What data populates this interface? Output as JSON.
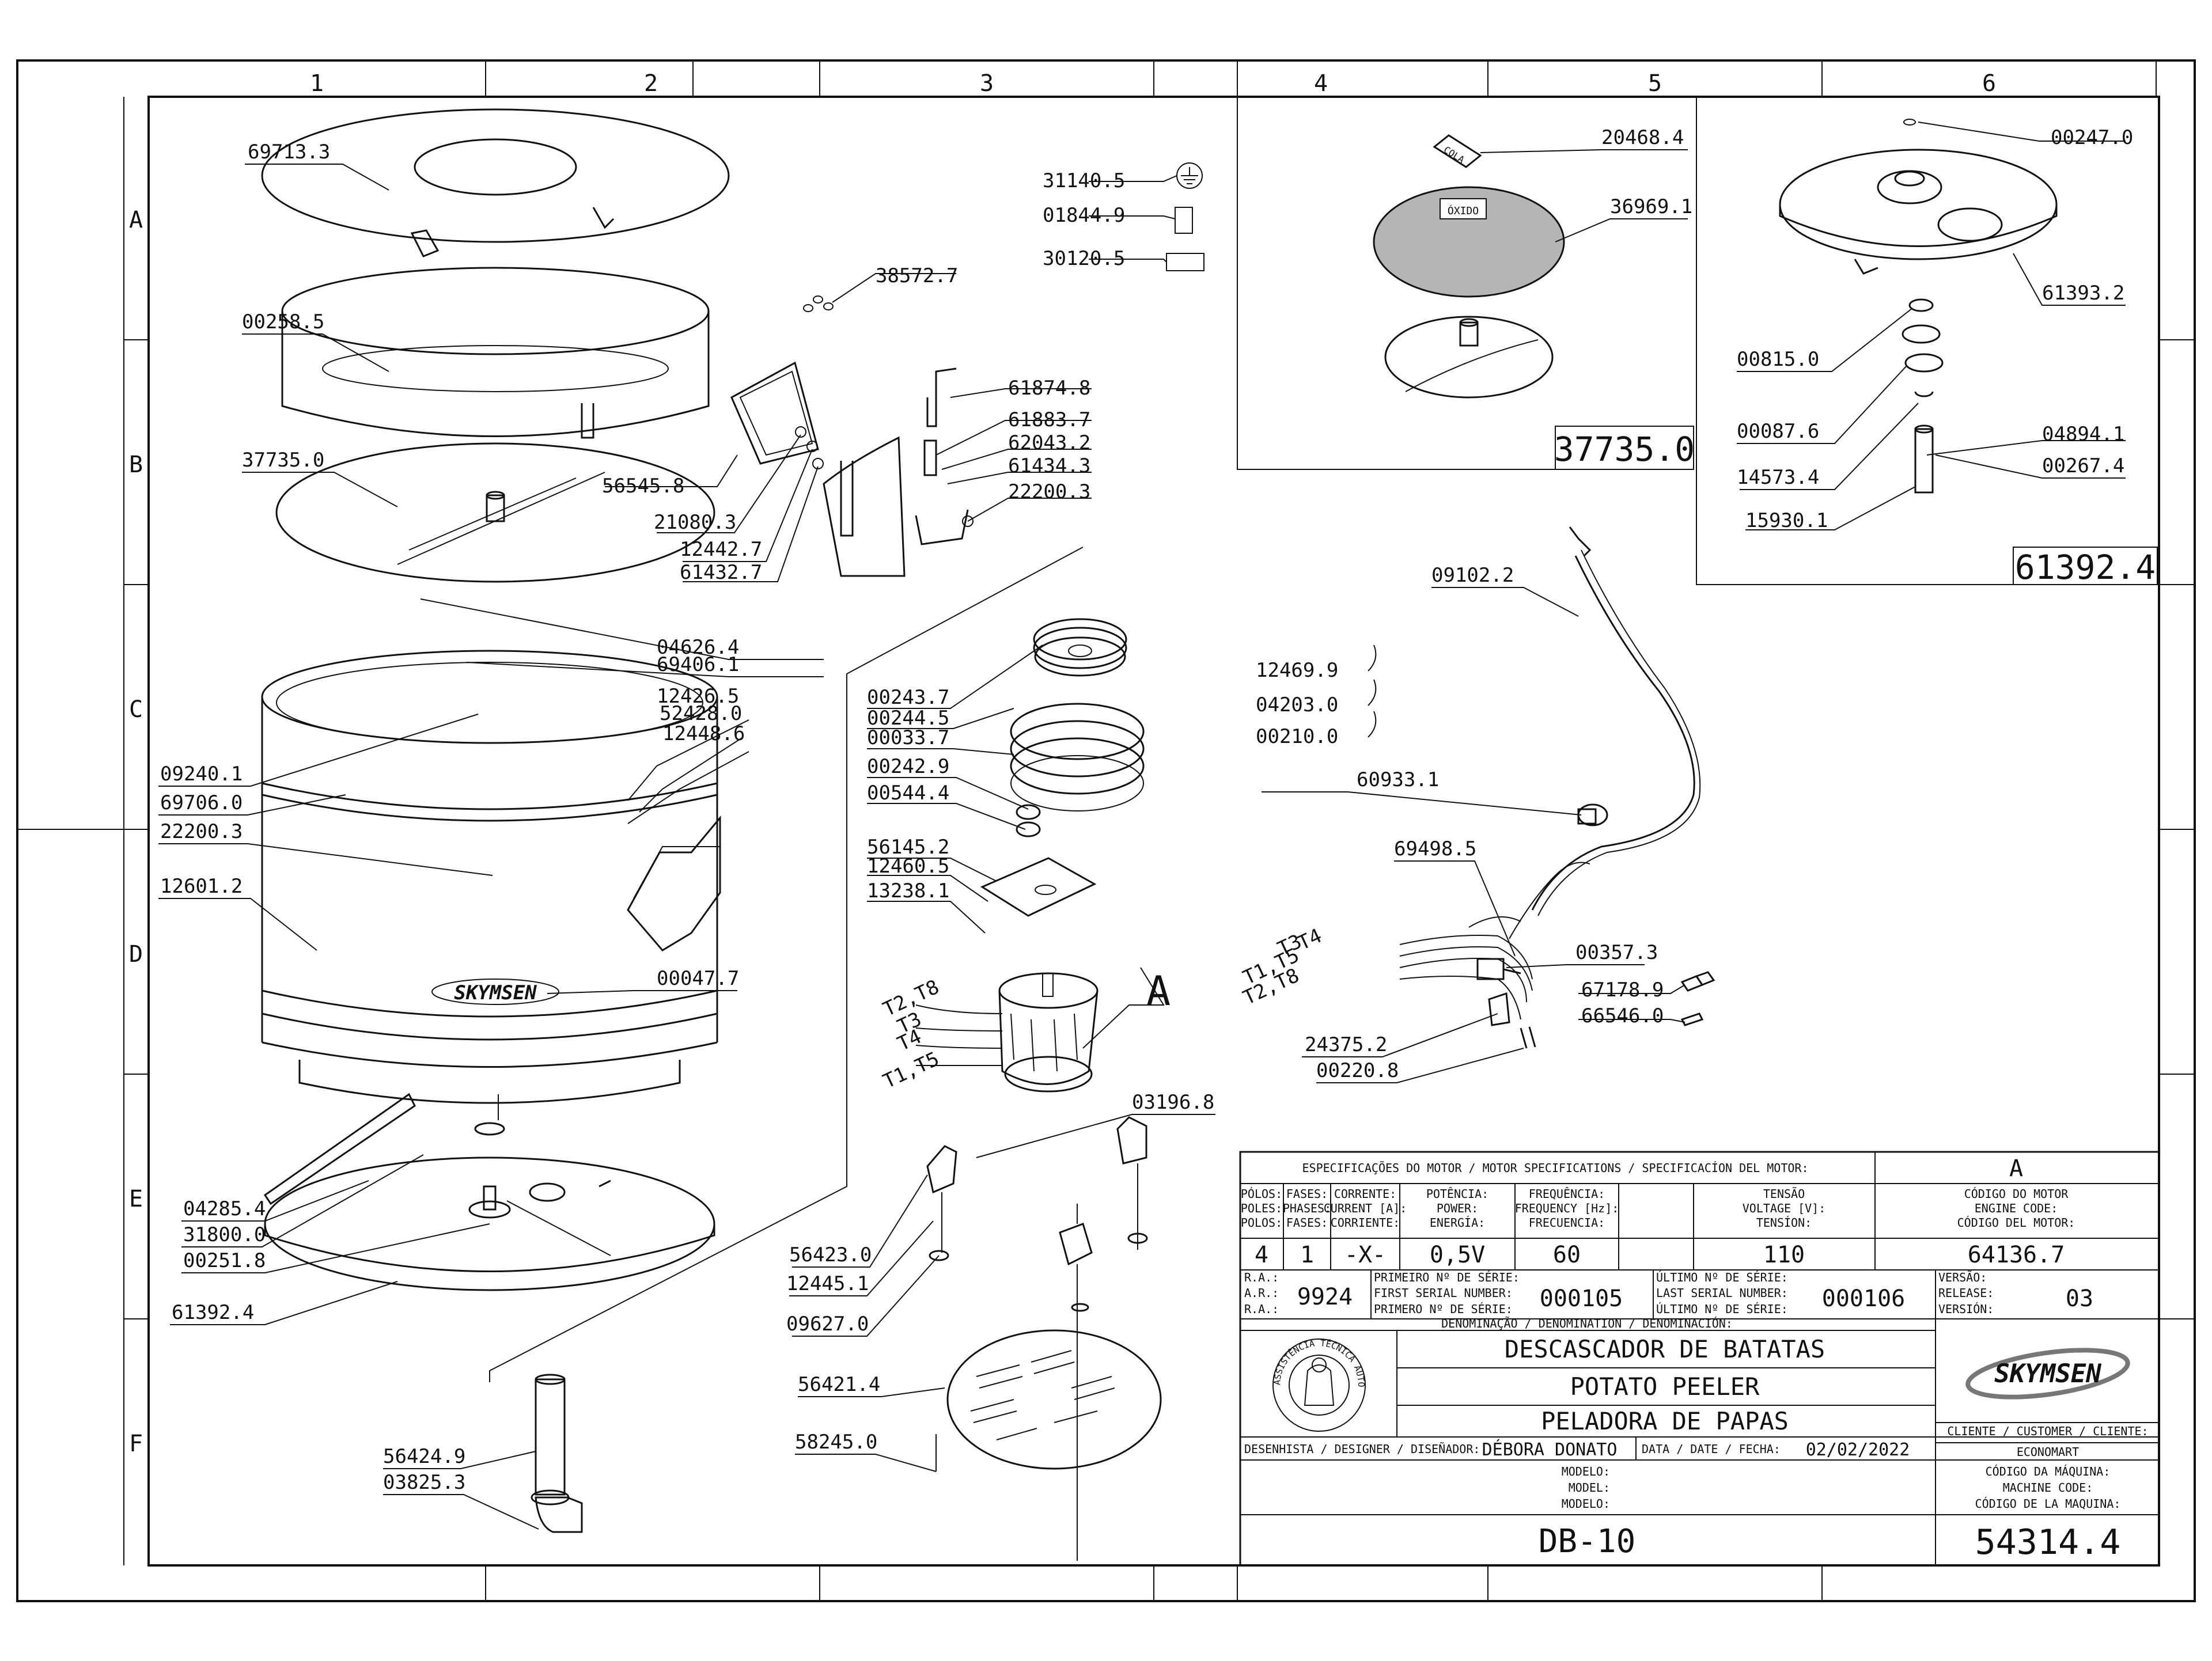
{
  "drawing": {
    "grid_cols": [
      "1",
      "2",
      "3",
      "4",
      "5",
      "6"
    ],
    "grid_rows": [
      "A",
      "B",
      "C",
      "D",
      "E",
      "F"
    ]
  },
  "labels": [
    "69713.3",
    "00258.5",
    "37735.0",
    "04626.4",
    "69406.1",
    "12426.5",
    "52428.0",
    "12448.6",
    "09240.1",
    "69706.0",
    "22200.3",
    "12601.2",
    "00047.7",
    "04285.4",
    "31800.0",
    "00251.8",
    "61392.4",
    "56424.9",
    "03825.3",
    "31140.5",
    "01844.9",
    "30120.5",
    "38572.7",
    "61874.8",
    "61883.7",
    "62043.2",
    "61434.3",
    "22200.3",
    "56545.8",
    "21080.3",
    "12442.7",
    "61432.7",
    "00243.7",
    "00244.5",
    "00033.7",
    "00242.9",
    "00544.4",
    "56145.2",
    "12460.5",
    "13238.1",
    "03196.8",
    "56423.0",
    "12445.1",
    "09627.0",
    "56421.4",
    "58245.0",
    "20468.4",
    "36969.1",
    "00247.0",
    "61393.2",
    "00815.0",
    "00087.6",
    "04894.1",
    "14573.4",
    "00267.4",
    "15930.1",
    "09102.2",
    "12469.9",
    "04203.0",
    "00210.0",
    "60933.1",
    "69498.5",
    "00357.3",
    "67178.9",
    "66546.0",
    "24375.2",
    "00220.8"
  ],
  "wires": [
    "T2,T8",
    "T3",
    "T4",
    "T1,T5",
    "T3",
    "T4",
    "T1,T5",
    "T2,T8"
  ],
  "detail": {
    "letter": "A"
  },
  "inset_5_label": "37735.0",
  "inset_6_label": "61392.4",
  "part_tags": {
    "cola": "COLA",
    "oxido": "ÓXIDO"
  },
  "brand_on_drum": "SKYMSEN",
  "titleblock": {
    "motor_spec_header": "ESPECIFICAÇÕES DO MOTOR / MOTOR SPECIFICATIONS / SPECIFICACÍON DEL MOTOR:",
    "motor_code_letter": "A",
    "columns": [
      {
        "h1": "PÓLOS:",
        "h2": "POLES:",
        "h3": "POLOS:",
        "value": "4"
      },
      {
        "h1": "FASES:",
        "h2": "PHASES:",
        "h3": "FASES:",
        "value": "1"
      },
      {
        "h1": "CORRENTE:",
        "h2": "CURRENT [A]:",
        "h3": "CORRIENTE:",
        "value": "-X-"
      },
      {
        "h1": "POTÊNCIA:",
        "h2": "POWER:",
        "h3": "ENERGÍA:",
        "value": "0,5V"
      },
      {
        "h1": "FREQUÊNCIA:",
        "h2": "FREQUENCY [Hz]:",
        "h3": "FRECUENCIA:",
        "value": "60"
      },
      {
        "h1": "TENSÃO",
        "h2": "VOLTAGE [V]:",
        "h3": "TENSÍON:",
        "value": "110"
      }
    ],
    "motor_code_header": [
      "CÓDIGO DO MOTOR",
      "ENGINE CODE:",
      "CÓDIGO DEL MOTOR:"
    ],
    "motor_code": "64136.7",
    "ra_labels": [
      "R.A.:",
      "A.R.:",
      "R.A.:"
    ],
    "ra_value": "9924",
    "first_serial_labels": [
      "PRIMEIRO Nº DE SÉRIE:",
      "FIRST SERIAL NUMBER:",
      "PRIMERO Nº DE SÉRIE:"
    ],
    "first_serial": "000105",
    "last_serial_labels": [
      "ÚLTIMO Nº DE SÉRIE:",
      "LAST SERIAL NUMBER:",
      "ÚLTIMO Nº DE SÉRIE:"
    ],
    "last_serial": "000106",
    "version_labels": [
      "VERSÃO:",
      "RELEASE:",
      "VERSIÓN:"
    ],
    "version": "03",
    "denomination_header": "DENOMINAÇÃO / DENOMINATION / DENOMINACIÓN:",
    "names": [
      "DESCASCADOR DE BATATAS",
      "POTATO PEELER",
      "PELADORA DE PAPAS"
    ],
    "seal_text": "ASSISTÊNCIA TÉCNICA AUTORIZADA",
    "brand": "SKYMSEN",
    "client_header": "CLIENTE / CUSTOMER / CLIENTE:",
    "client": "ECONOMART",
    "designer_label": "DESENHISTA / DESIGNER / DISEÑADOR:",
    "designer": "DÉBORA DONATO",
    "date_label": "DATA / DATE / FECHA:",
    "date": "02/02/2022",
    "model_labels": [
      "MODELO:",
      "MODEL:",
      "MODELO:"
    ],
    "model": "DB-10",
    "machine_code_labels": [
      "CÓDIGO DA MÁQUINA:",
      "MACHINE CODE:",
      "CÓDIGO DE LA MAQUINA:"
    ],
    "machine_code": "54314.4"
  }
}
